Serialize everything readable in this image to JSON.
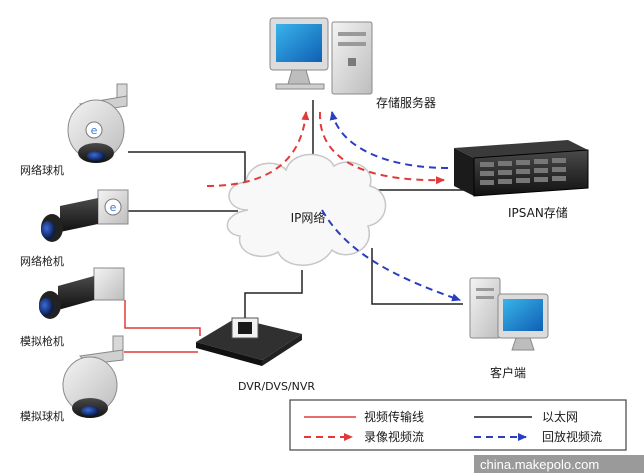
{
  "nodes": {
    "storage_server": "存储服务器",
    "ipsan": "IPSAN存储",
    "cloud": "IP网络",
    "net_dome": "网络球机",
    "net_bullet": "网络枪机",
    "analog_bullet": "模拟枪机",
    "analog_dome": "模拟球机",
    "dvr": "DVR/DVS/NVR",
    "client": "客户端"
  },
  "legend": {
    "video_cable": "视频传输线",
    "ethernet": "以太网",
    "record_stream": "录像视频流",
    "playback_stream": "回放视频流"
  },
  "colors": {
    "video_cable": "#e23a3a",
    "ethernet": "#222222",
    "record_stream": "#e23a3a",
    "playback_stream": "#2a3fbf"
  },
  "watermark": "china.makepolo.com"
}
